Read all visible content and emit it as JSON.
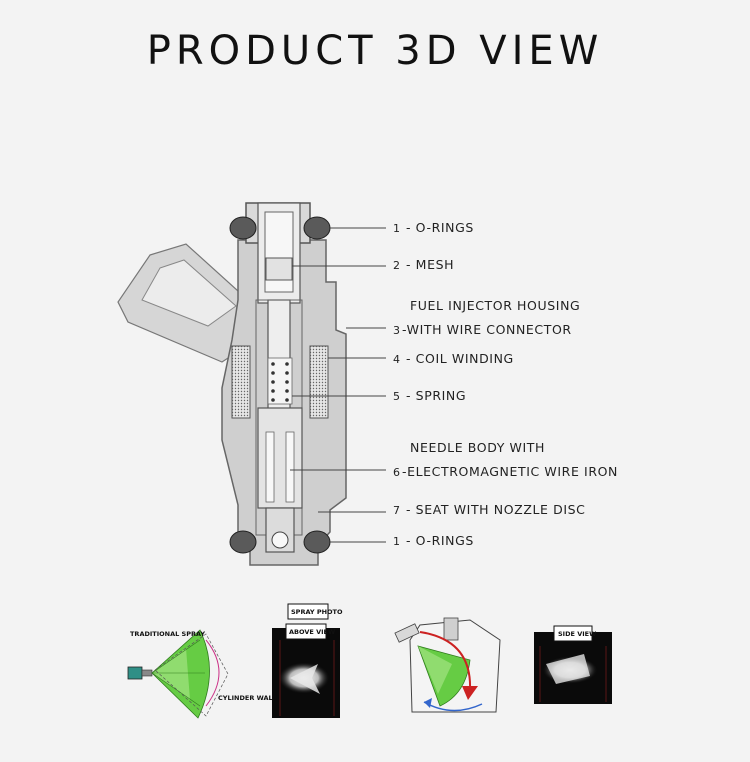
{
  "title": "PRODUCT 3D VIEW",
  "callouts": [
    {
      "number": "1",
      "lines": [
        "- O-RINGS"
      ]
    },
    {
      "number": "2",
      "lines": [
        "- MESH"
      ]
    },
    {
      "number": "3",
      "lines": [
        "FUEL INJECTOR HOUSING",
        "-WITH WIRE CONNECTOR"
      ]
    },
    {
      "number": "4",
      "lines": [
        "- COIL WINDING"
      ]
    },
    {
      "number": "5",
      "lines": [
        "- SPRING"
      ]
    },
    {
      "number": "6",
      "lines": [
        "NEEDLE BODY WITH",
        "-ELECTROMAGNETIC WIRE IRON"
      ]
    },
    {
      "number": "7",
      "lines": [
        "- SEAT WITH NOZZLE DISC"
      ]
    },
    {
      "number": "1",
      "lines": [
        "- O-RINGS"
      ]
    }
  ],
  "spray_figures": {
    "traditional_spray": "TRADITIONAL SPRAY",
    "cylinder_wall": "CYLINDER WALL",
    "spray_photo": "SPRAY PHOTO",
    "above_view": "ABOVE VIEW",
    "side_view": "SIDE VIEW"
  },
  "colors": {
    "spray_green": "#66cc44",
    "housing_gray": "#c8c8c8",
    "oring_dark": "#555555",
    "arrow_red": "#cc2222",
    "arrow_blue": "#3366cc"
  }
}
